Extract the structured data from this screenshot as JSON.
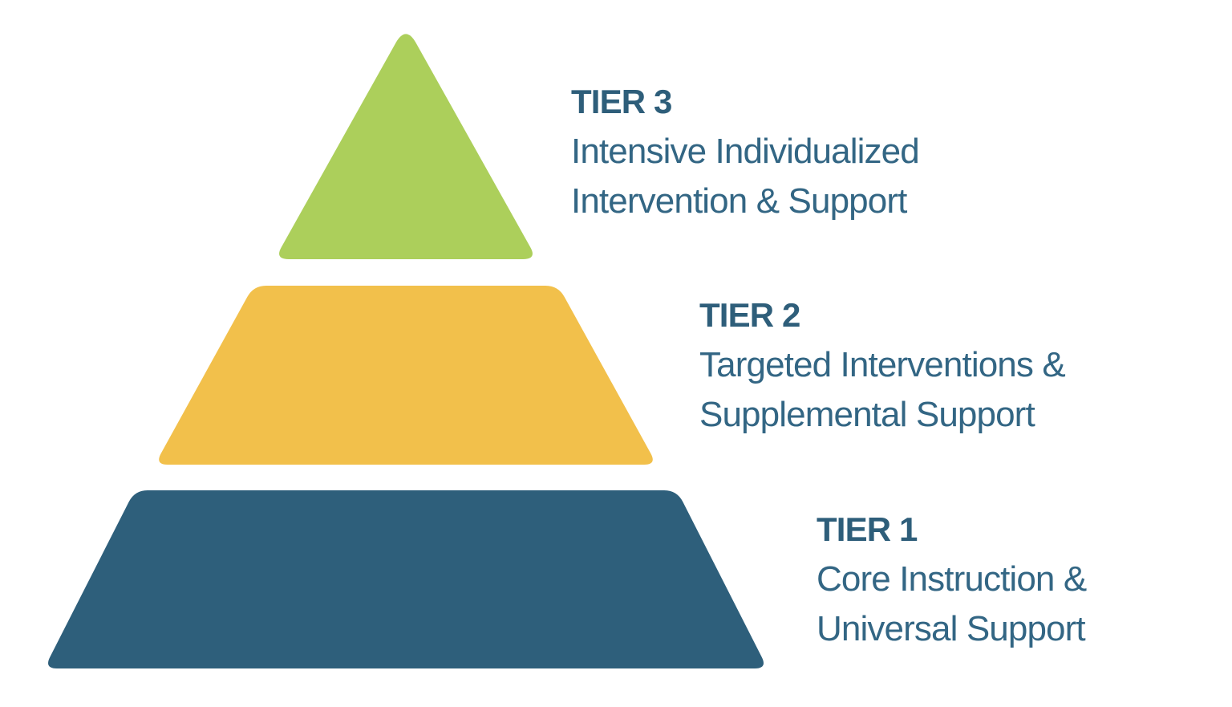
{
  "canvas": {
    "background": "#ffffff"
  },
  "diagram": {
    "type": "pyramid",
    "text_color": "#336684",
    "heading_color": "#2E5E7A",
    "tiers": [
      {
        "id": "tier-3",
        "label": "TIER 3",
        "lines": [
          "Intensive Individualized",
          "Intervention & Support"
        ],
        "color": "#ACCF5B",
        "level": 3,
        "position": "top"
      },
      {
        "id": "tier-2",
        "label": "TIER 2",
        "lines": [
          "Targeted Interventions &",
          "Supplemental Support"
        ],
        "color": "#F2C04B",
        "level": 2,
        "position": "middle"
      },
      {
        "id": "tier-1",
        "label": "TIER 1",
        "lines": [
          "Core Instruction &",
          "Universal Support"
        ],
        "color": "#2E5F7B",
        "level": 1,
        "position": "bottom"
      }
    ]
  }
}
